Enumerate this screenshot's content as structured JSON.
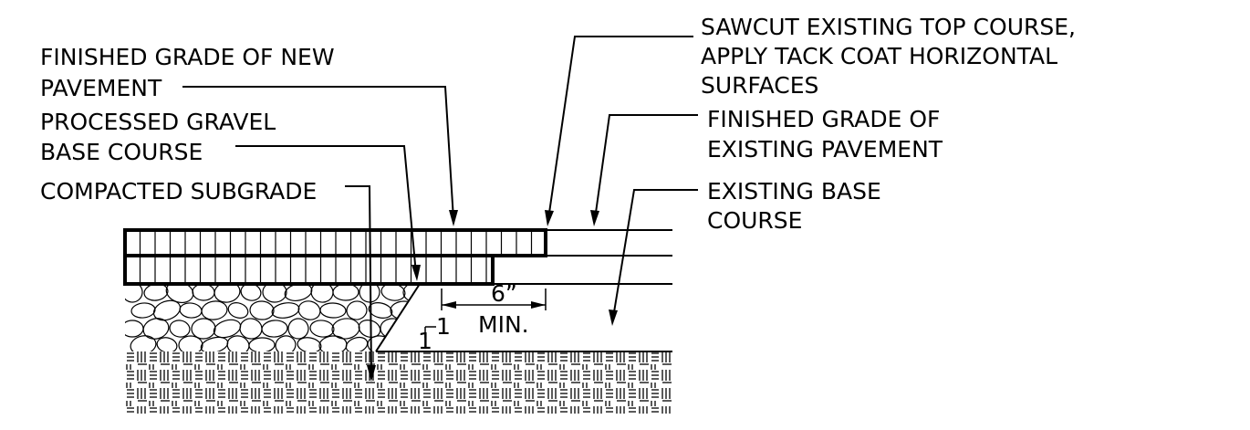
{
  "labels": {
    "finished_grade_new_1": "FINISHED GRADE OF NEW",
    "finished_grade_new_2": "PAVEMENT",
    "processed_gravel_1": "PROCESSED GRAVEL",
    "processed_gravel_2": "BASE COURSE",
    "compacted_subgrade": "COMPACTED SUBGRADE",
    "sawcut_1": "SAWCUT EXISTING TOP COURSE,",
    "sawcut_2": "APPLY TACK COAT HORIZONTAL",
    "sawcut_3": "SURFACES",
    "finished_grade_existing_1": "FINISHED GRADE OF",
    "finished_grade_existing_2": "EXISTING  PAVEMENT",
    "existing_base_1": "EXISTING BASE",
    "existing_base_2": "COURSE"
  },
  "dimension": {
    "offset": "6”",
    "min": "MIN."
  },
  "slope": {
    "rise": "1",
    "run": "1"
  }
}
